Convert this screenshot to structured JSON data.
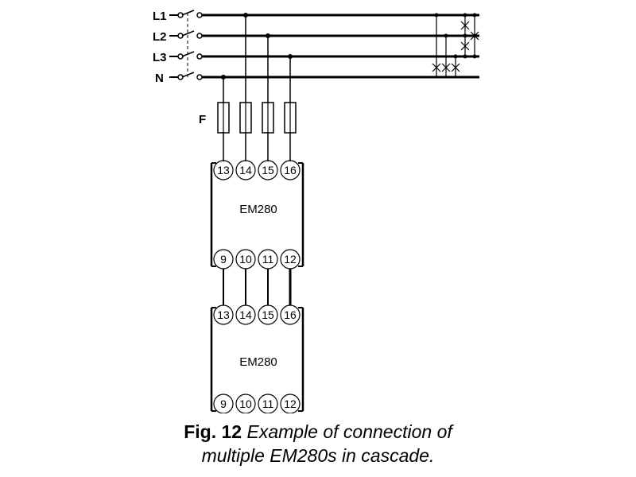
{
  "lines": [
    {
      "label": "L1"
    },
    {
      "label": "L2"
    },
    {
      "label": "L3"
    },
    {
      "label": "N"
    }
  ],
  "fuse_label": "F",
  "devices": [
    {
      "name": "EM280",
      "top_terminals": [
        "13",
        "14",
        "15",
        "16"
      ],
      "bottom_terminals": [
        "9",
        "10",
        "11",
        "12"
      ]
    },
    {
      "name": "EM280",
      "top_terminals": [
        "13",
        "14",
        "15",
        "16"
      ],
      "bottom_terminals": [
        "9",
        "10",
        "11",
        "12"
      ]
    }
  ],
  "caption": {
    "fig": "Fig. 12",
    "line1": " Example of connection of",
    "line2": "multiple EM280s in cascade."
  },
  "colors": {
    "line": "#000000",
    "background": "#ffffff"
  }
}
